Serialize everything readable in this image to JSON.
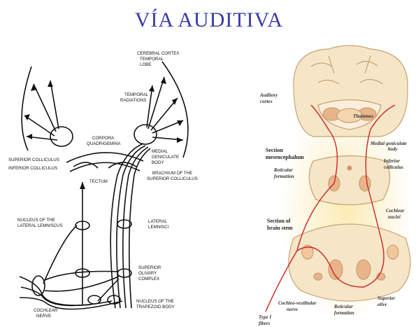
{
  "title": "VÍA AUDITIVA",
  "colors": {
    "title": "#3a3aa8",
    "line": "#111111",
    "pathway": "#cc2222",
    "tissue": "#f6e6c8",
    "tissue_edge": "#c9a070",
    "glow": "#f7d76a",
    "nucleus": "#e8b48a"
  },
  "left_diagram": {
    "labels": {
      "cerebral_cortex": [
        "CEREBRAL CORTEX",
        "TEMPORAL",
        "LOBE"
      ],
      "temporal_radiations": [
        "TEMPORAL",
        "RADIATIONS"
      ],
      "corpora_quadrigemina": [
        "CORPORA",
        "QUADRIGEMINA"
      ],
      "superior_colliculus": "SUPERIOR COLLICULUS",
      "inferior_colliculus": "INFERIOR COLLICULUS",
      "medial_geniculate_body": [
        "MEDIAL",
        "GENICULATE",
        "BODY"
      ],
      "tectum": "TECTUM",
      "brachium": [
        "BRACHIUM OF THE",
        "SUPERIOR COLLICULUS"
      ],
      "nucleus_lateral_lemniscus": [
        "NUCLEUS OF THE",
        "LATERAL LEMNISCUS"
      ],
      "lateral_lemnisci": [
        "LATERAL",
        "LEMNISCI"
      ],
      "superior_olivary_complex": [
        "SUPERIOR",
        "OLIVARY",
        "COMPLEX"
      ],
      "cochlear_nerve": [
        "COCHLEAR",
        "NERVE"
      ],
      "nucleus_trapezoid_body": [
        "NUCLEUS OF THE",
        "TRAPEZOID BODY"
      ]
    }
  },
  "right_diagram": {
    "labels": {
      "auditory_cortex": [
        "Auditory",
        "cortex"
      ],
      "thalamus": "Thalamus",
      "medial_geniculate_body": [
        "Medial geniculate",
        "body"
      ],
      "section_mesencephalon": [
        "Section",
        "mesencephalum"
      ],
      "reticular_formation_1": [
        "Reticular",
        "formation"
      ],
      "inferior_colliculus": [
        "Inferior",
        "colliculus"
      ],
      "section_brain_stem": [
        "Section of",
        "brain stem"
      ],
      "cochlear_nuclei": [
        "Cochlear",
        "nuclei"
      ],
      "cochlear_vestibular_nerve": [
        "Cochleo-vestibular",
        "nerve"
      ],
      "reticular_formation_2": [
        "Reticular",
        "formation"
      ],
      "superior_olive": [
        "Superior",
        "olive"
      ],
      "type_i": [
        "Type I",
        "fibers"
      ]
    }
  }
}
